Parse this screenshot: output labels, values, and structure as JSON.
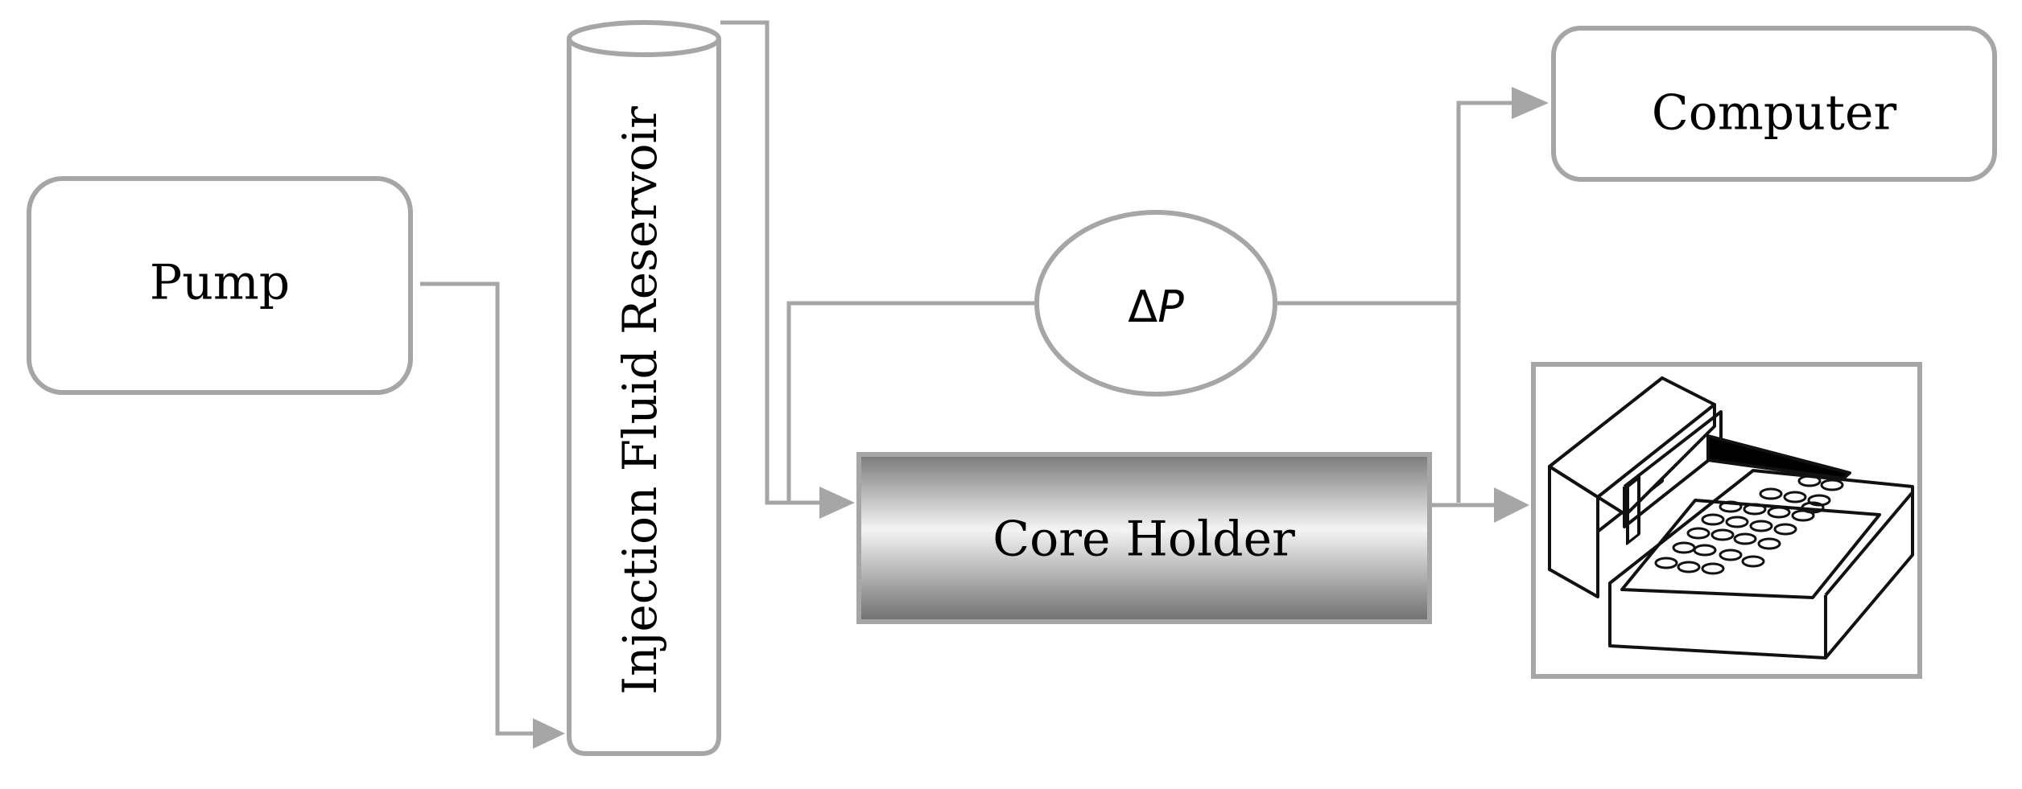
{
  "nodes": {
    "pump": {
      "label": "Pump"
    },
    "reservoir": {
      "label": "Injection Fluid Reservoir"
    },
    "delta_p": {
      "symbol": "Δ",
      "variable": "P"
    },
    "computer": {
      "label": "Computer"
    },
    "core_holder": {
      "label": "Core Holder"
    },
    "fraction_collector": {
      "icon": "fraction-collector-icon"
    }
  },
  "colors": {
    "line": "#a6a6a6",
    "box_border": "#a6a6a6",
    "text": "#000000"
  }
}
